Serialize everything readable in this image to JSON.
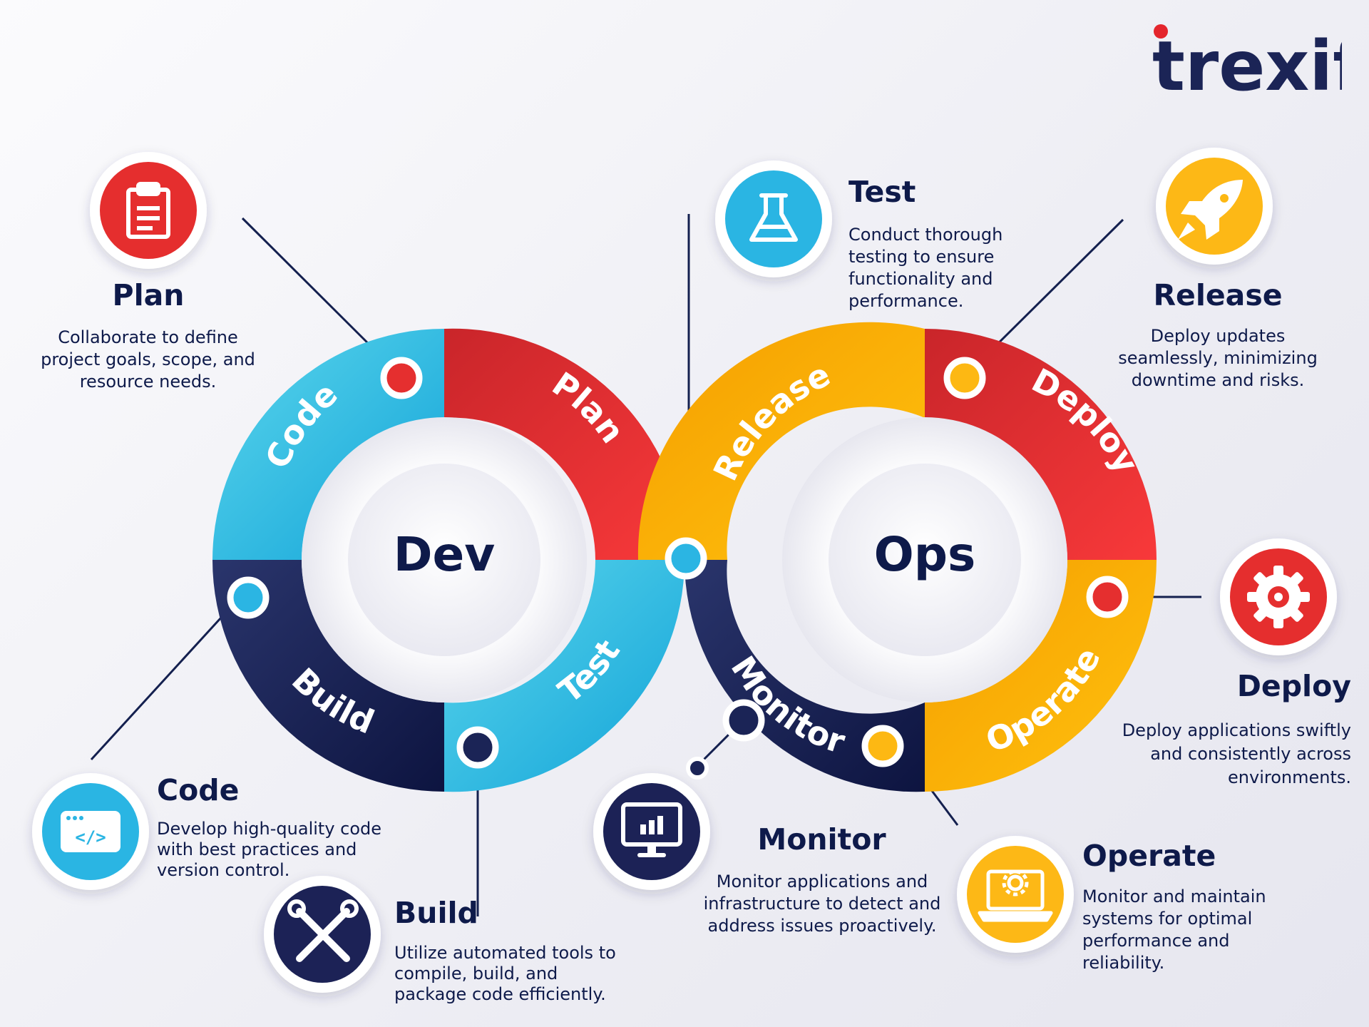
{
  "brand": {
    "name": "trexif",
    "colors": {
      "navy": "#1b2456",
      "red": "#e4252c"
    }
  },
  "center": {
    "left": "Dev",
    "right": "Ops"
  },
  "loop_labels": [
    "Plan",
    "Code",
    "Build",
    "Test",
    "Release",
    "Deploy",
    "Operate",
    "Monitor"
  ],
  "stages": [
    {
      "id": "plan",
      "title": "Plan",
      "desc": "Collaborate to define project goals, scope, and resource needs.",
      "icon": "clipboard-icon",
      "color": "#e52f2f"
    },
    {
      "id": "code",
      "title": "Code",
      "desc": "Develop high-quality code with best practices and version control.",
      "icon": "code-window-icon",
      "color": "#2bb5e3"
    },
    {
      "id": "build",
      "title": "Build",
      "desc": "Utilize automated tools to compile, build, and package code efficiently.",
      "icon": "tools-icon",
      "color": "#1b2456"
    },
    {
      "id": "test",
      "title": "Test",
      "desc": "Conduct thorough testing to ensure functionality and performance.",
      "icon": "flask-icon",
      "color": "#2bb5e3"
    },
    {
      "id": "release",
      "title": "Release",
      "desc": "Deploy updates seamlessly, minimizing downtime and risks.",
      "icon": "rocket-icon",
      "color": "#fdb813"
    },
    {
      "id": "deploy",
      "title": "Deploy",
      "desc": "Deploy applications swiftly and consistently across environments.",
      "icon": "gear-icon",
      "color": "#e52f2f"
    },
    {
      "id": "operate",
      "title": "Operate",
      "desc": "Monitor and maintain systems for optimal performance and reliability.",
      "icon": "laptop-gear-icon",
      "color": "#fdb813"
    },
    {
      "id": "monitor",
      "title": "Monitor",
      "desc": "Monitor applications and infrastructure to detect and address issues proactively.",
      "icon": "monitor-chart-icon",
      "color": "#1b2456"
    }
  ]
}
